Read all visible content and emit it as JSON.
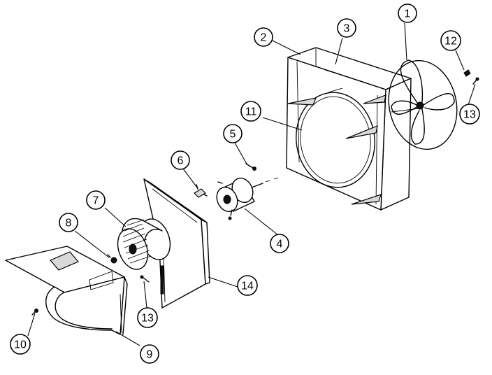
{
  "diagram": {
    "type": "exploded-parts-view",
    "callouts": [
      {
        "id": "c1",
        "label": "1"
      },
      {
        "id": "c2",
        "label": "2"
      },
      {
        "id": "c3",
        "label": "3"
      },
      {
        "id": "c4",
        "label": "4"
      },
      {
        "id": "c5",
        "label": "5"
      },
      {
        "id": "c6",
        "label": "6"
      },
      {
        "id": "c7",
        "label": "7"
      },
      {
        "id": "c8",
        "label": "8"
      },
      {
        "id": "c9",
        "label": "9"
      },
      {
        "id": "c10",
        "label": "10"
      },
      {
        "id": "c11",
        "label": "11"
      },
      {
        "id": "c12",
        "label": "12"
      },
      {
        "id": "c13a",
        "label": "13"
      },
      {
        "id": "c13b",
        "label": "13"
      },
      {
        "id": "c14",
        "label": "14"
      }
    ]
  }
}
